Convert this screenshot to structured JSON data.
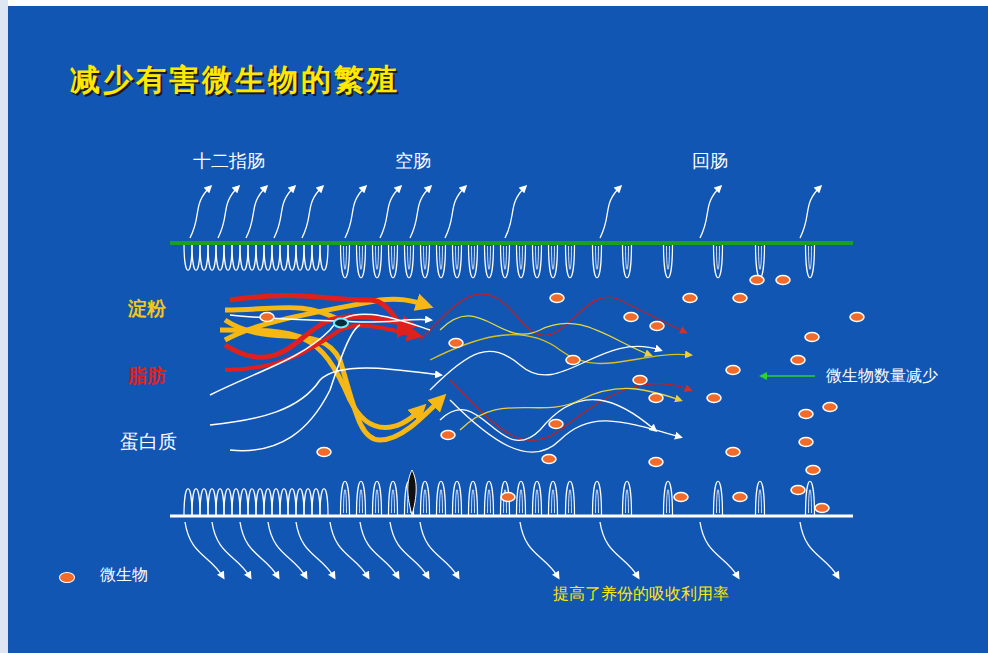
{
  "diagram": {
    "title": "减少有害微生物的繁殖",
    "labels": [
      "十二指肠",
      "空肠",
      "回肠",
      "淀粉",
      "脂肪",
      "蛋白质",
      "微生物数量减少",
      "提高了养份的吸收利用率"
    ],
    "legend": [
      {
        "text": "微生物",
        "color": "#f26b2a"
      }
    ]
  }
}
